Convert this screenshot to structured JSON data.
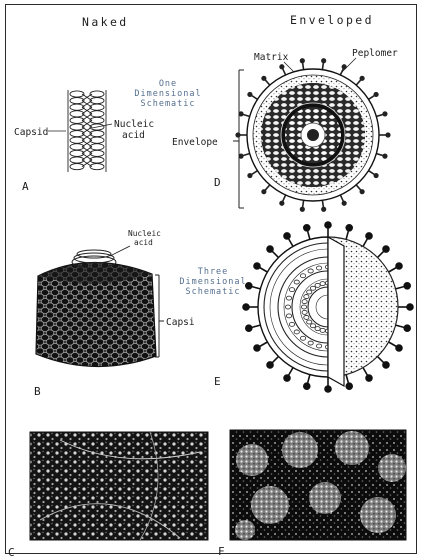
{
  "headers": {
    "naked": "Naked",
    "enveloped": "Enveloped"
  },
  "schematics": {
    "one_dimensional": [
      "One",
      "Dimensional",
      "Schematic"
    ],
    "three_dimensional": [
      "Three",
      "Dimensional",
      "Schematic"
    ]
  },
  "labels": {
    "capsid": "Capsid",
    "nucleic_acid": [
      "Nucleic",
      "acid"
    ],
    "envelope": "Envelope",
    "matrix": "Matrix",
    "peplomer": "Peplomer",
    "nucleic_acid_b": [
      "Nucleic",
      "acid"
    ],
    "capsi": "Capsi"
  },
  "panels": [
    "A",
    "B",
    "C",
    "D",
    "E",
    "F"
  ],
  "colors": {
    "ink": "#1e1e1e",
    "schematic_text": "#556f8f",
    "background": "#ffffff"
  }
}
